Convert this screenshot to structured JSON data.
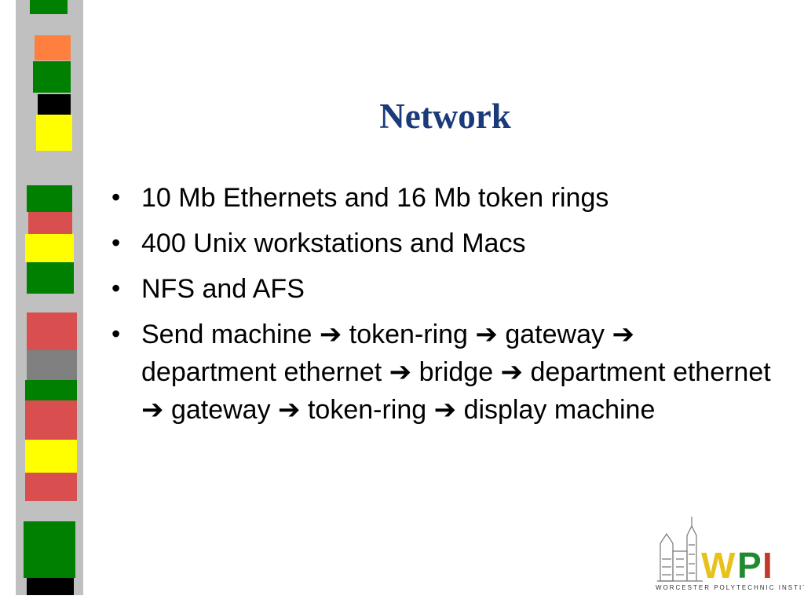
{
  "slide": {
    "title": "Network",
    "bullets": [
      {
        "parts": [
          "10 Mb Ethernets and 16 Mb token rings"
        ]
      },
      {
        "parts": [
          "400 Unix workstations and Macs"
        ]
      },
      {
        "parts": [
          "NFS and AFS"
        ]
      },
      {
        "parts": [
          "Send machine",
          "token-ring",
          "gateway",
          "department ethernet",
          "bridge",
          "department ethernet",
          "gateway",
          "token-ring",
          "display machine"
        ]
      }
    ],
    "bullet_glyph": "•",
    "arrow_glyph": "➔"
  },
  "logo": {
    "wordmark": "WPI",
    "caption": "WORCESTER POLYTECHNIC INSTITUTE",
    "colors": {
      "w": "#e8c21a",
      "p": "#1f8a2e",
      "i": "#c23a2a"
    }
  },
  "stripe_colors": {
    "gray": "#c0c0c0",
    "dark_gray": "#808080",
    "green": "#008000",
    "orange": "#ff7f3f",
    "black": "#000000",
    "yellow": "#ffff00",
    "red": "#d94f4f"
  }
}
